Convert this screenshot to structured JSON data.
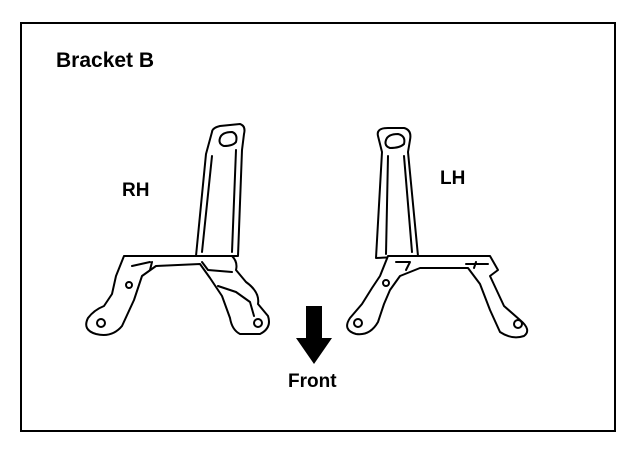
{
  "diagram": {
    "title": "Bracket B",
    "labels": {
      "rh": "RH",
      "lh": "LH",
      "front": "Front"
    },
    "icons": {
      "direction_arrow": "arrow-down-icon"
    },
    "colors": {
      "line": "#000000",
      "background": "#ffffff"
    }
  }
}
